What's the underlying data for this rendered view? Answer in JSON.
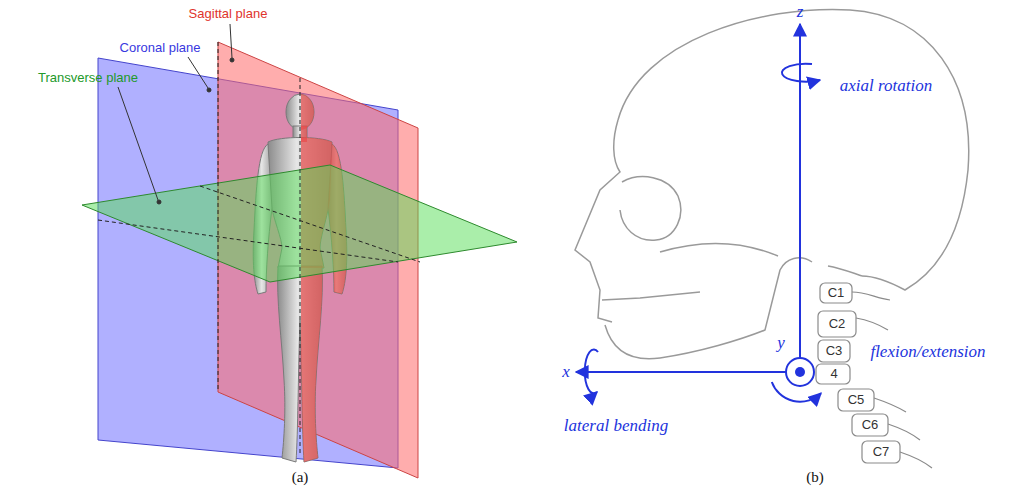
{
  "diagram": {
    "labels": [
      "Sagittal plane",
      "Coronal plane",
      "Transverse plane",
      "(a)",
      "z",
      "axial rotation",
      "C1",
      "C2",
      "C3",
      "y",
      "4",
      "flexion/extension",
      "x",
      "C5",
      "C6",
      "lateral bending",
      "C7",
      "(b)"
    ]
  }
}
